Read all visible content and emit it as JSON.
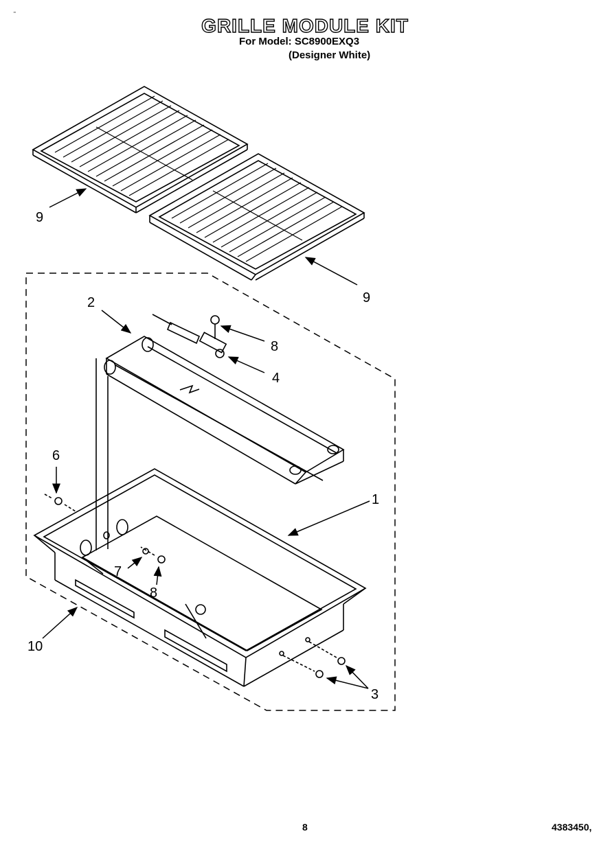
{
  "header": {
    "title": "GRILLE MODULE KIT",
    "model_line": "For Model: SC8900EXQ3",
    "color_line": "(Designer White)",
    "corner_mark": "\""
  },
  "callouts": {
    "grate_left": "9",
    "grate_right": "9",
    "element": "2",
    "screw_top": "8",
    "connector": "4",
    "clip": "6",
    "pan": "1",
    "washer": "7",
    "screw_bottom": "8",
    "housing": "10",
    "screws_side": "3"
  },
  "footer": {
    "page_number": "8",
    "doc_code": "4383450,"
  },
  "colors": {
    "ink": "#000000",
    "paper": "#ffffff"
  }
}
